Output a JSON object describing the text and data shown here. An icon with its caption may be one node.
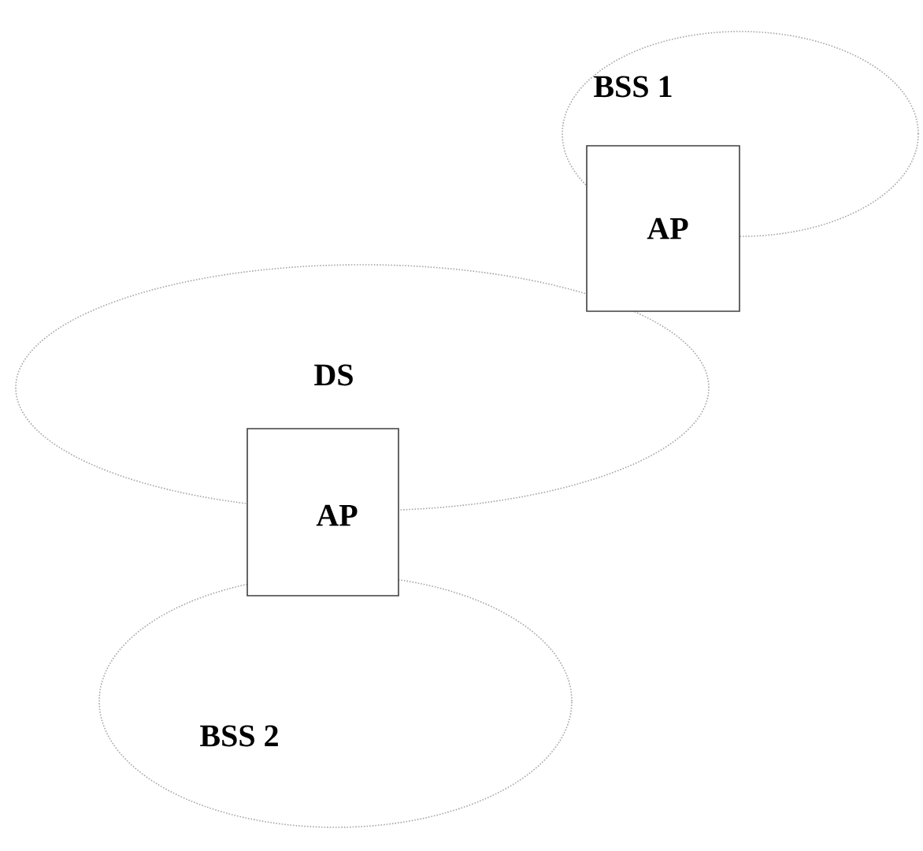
{
  "diagram": {
    "nodes": [
      {
        "text": [
          "BSS 1"
        ]
      },
      {
        "text": [
          "AP"
        ]
      },
      {
        "text": [
          "DS"
        ]
      },
      {
        "text": [
          "AP"
        ]
      },
      {
        "text": [
          "BSS 2"
        ]
      }
    ]
  }
}
